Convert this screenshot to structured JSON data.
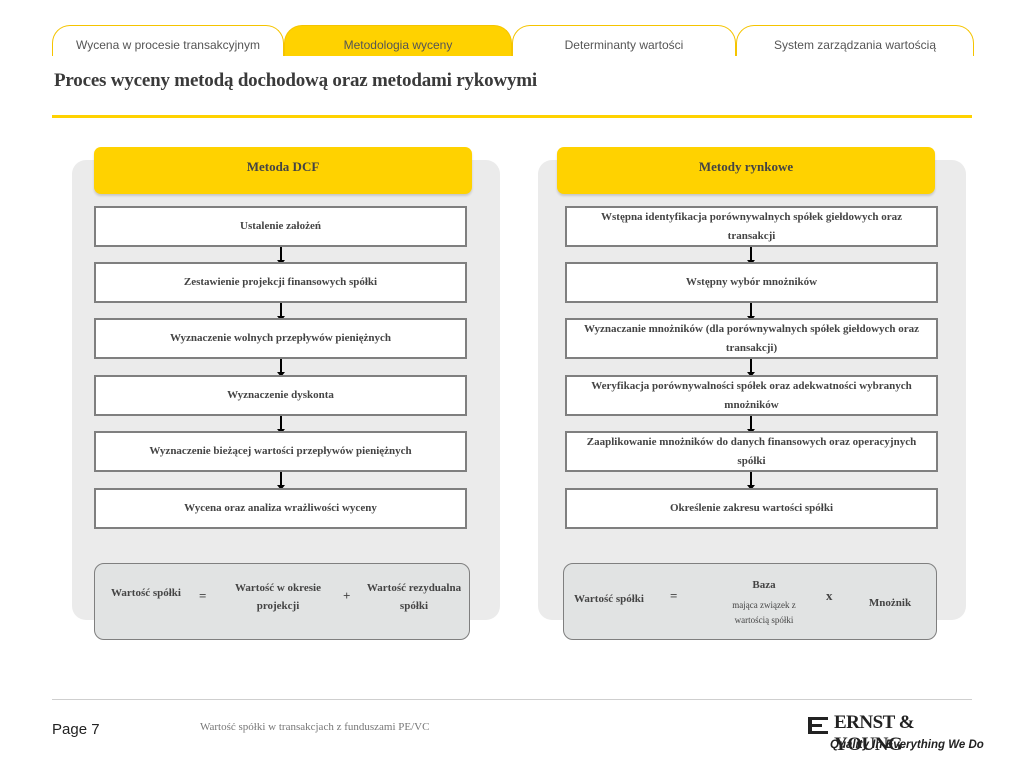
{
  "tabs": [
    {
      "label": "Wycena w procesie transakcyjnym"
    },
    {
      "label": "Metodologia wyceny"
    },
    {
      "label": "Determinanty wartości"
    },
    {
      "label": "System zarządzania wartością"
    }
  ],
  "page_title": "Proces wyceny metodą dochodową oraz metodami rykowymi",
  "dcf": {
    "header": "Metoda DCF",
    "steps": [
      "Ustalenie założeń",
      "Zestawienie projekcji finansowych spółki",
      "Wyznaczenie wolnych przepływów pieniężnych",
      "Wyznaczenie dyskonta",
      "Wyznaczenie bieżącej wartości przepływów pieniężnych",
      "Wycena oraz analiza wrażliwości wyceny"
    ],
    "formula": {
      "lhs": "Wartość spółki",
      "eq": "=",
      "term1": "Wartość w okresie projekcji",
      "plus": "+",
      "term2": "Wartość rezydualna spółki"
    }
  },
  "market": {
    "header": "Metody rynkowe",
    "steps": [
      "Wstępna identyfikacja porównywalnych spółek giełdowych oraz transakcji",
      "Wstępny wybór mnożników",
      "Wyznaczanie mnożników (dla porównywalnych spółek giełdowych oraz transakcji)",
      "Weryfikacja porównywalności spółek oraz adekwatności wybranych mnożników",
      "Zaaplikowanie mnożników do danych finansowych oraz operacyjnych spółki",
      "Określenie zakresu wartości spółki"
    ],
    "formula": {
      "lhs": "Wartość spółki",
      "eq": "=",
      "base_title": "Baza",
      "base_sub": "mająca związek z wartością spółki",
      "times": "x",
      "rhs": "Mnożnik"
    }
  },
  "footer": {
    "page": "Page 7",
    "text": "Wartość spółki w transakcjach z funduszami PE/VC",
    "logo_name": "ERNST & YOUNG",
    "logo_tagline": "Quality In Everything We Do"
  },
  "colors": {
    "accent": "#ffd200",
    "panel": "#ebebeb",
    "border": "#7f7f7f"
  }
}
